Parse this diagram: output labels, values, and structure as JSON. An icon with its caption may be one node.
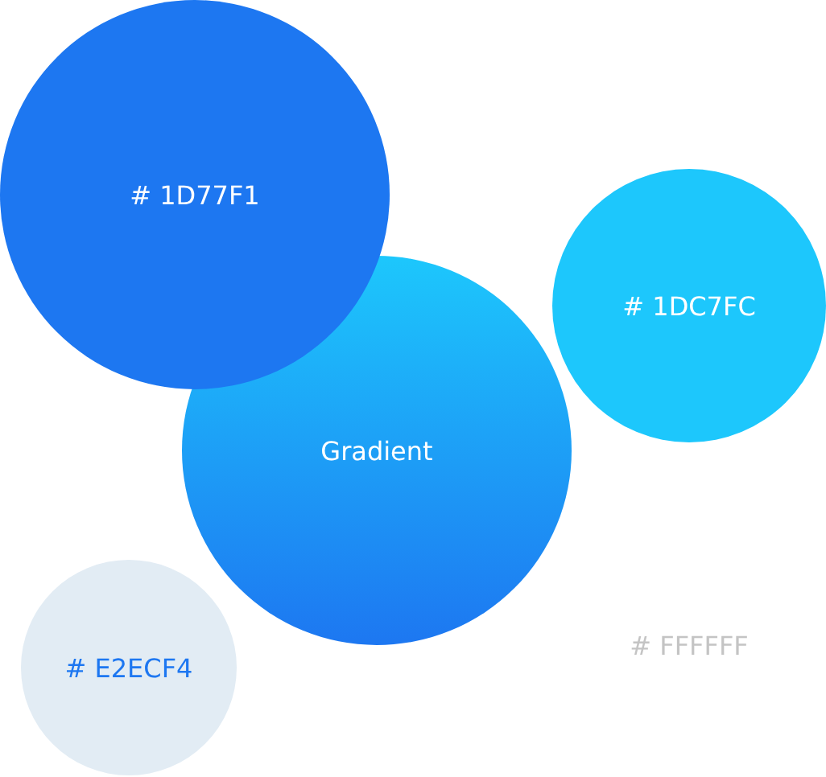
{
  "diagram": {
    "nodes": [
      {
        "text": [
          "# 1D77F1"
        ]
      },
      {
        "text": [
          "Gradient"
        ]
      },
      {
        "text": [
          "# 1DC7FC"
        ]
      },
      {
        "text": [
          "# E2ECF4"
        ]
      },
      {
        "text": [
          "# FFFFFF"
        ]
      }
    ]
  }
}
